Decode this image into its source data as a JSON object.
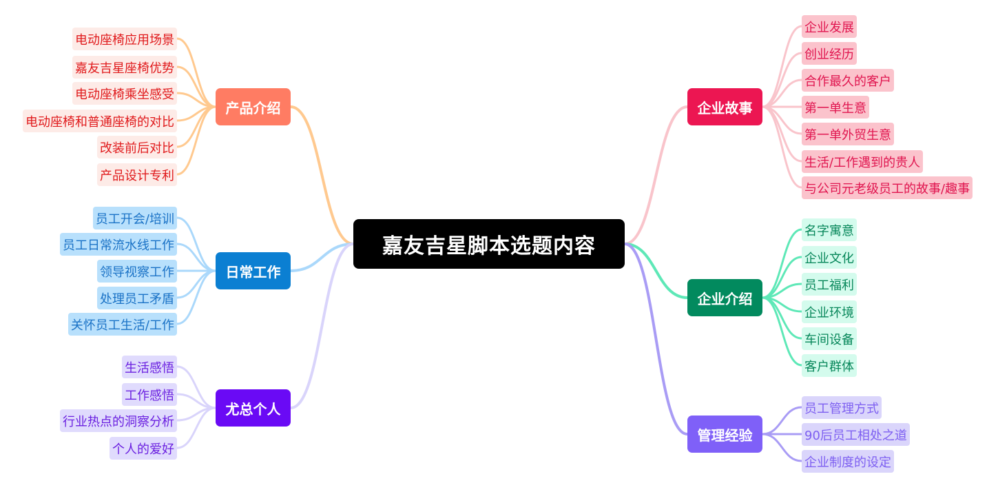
{
  "root": {
    "label": "嘉友吉星脚本选题内容"
  },
  "branches": [
    {
      "id": "product",
      "side": "left",
      "label": "产品介绍",
      "node_color": "#ff7c63",
      "line_color": "#ffc98f",
      "leaf_bg": "#fdebe7",
      "leaf_text": "#e0191b",
      "children": [
        "电动座椅应用场景",
        "嘉友吉星座椅优势",
        "电动座椅乘坐感受",
        "电动座椅和普通座椅的对比",
        "改装前后对比",
        "产品设计专利"
      ]
    },
    {
      "id": "daily",
      "side": "left",
      "label": "日常工作",
      "node_color": "#0b7fd2",
      "line_color": "#aad8fb",
      "leaf_bg": "#b8e0fc",
      "leaf_text": "#1a72c6",
      "children": [
        "员工开会/培训",
        "员工日常流水线工作",
        "领导视察工作",
        "处理员工矛盾",
        "关怀员工生活/工作"
      ]
    },
    {
      "id": "personal",
      "side": "left",
      "label": "尤总个人",
      "node_color": "#6a0af5",
      "line_color": "#d9d4fb",
      "leaf_bg": "#e0dbfd",
      "leaf_text": "#6a1fe0",
      "children": [
        "生活感悟",
        "工作感悟",
        "行业热点的洞察分析",
        "个人的爱好"
      ]
    },
    {
      "id": "story",
      "side": "right",
      "label": "企业故事",
      "node_color": "#ec1652",
      "line_color": "#f9c4cb",
      "leaf_bg": "#fbc3cc",
      "leaf_text": "#e0154f",
      "children": [
        "企业发展",
        "创业经历",
        "合作最久的客户",
        "第一单生意",
        "第一单外贸生意",
        "生活/工作遇到的贵人",
        "与公司元老级员工的故事/趣事"
      ]
    },
    {
      "id": "intro",
      "side": "right",
      "label": "企业介绍",
      "node_color": "#028a5e",
      "line_color": "#5ee8b7",
      "leaf_bg": "#d4fbed",
      "leaf_text": "#07875a",
      "children": [
        "名字寓意",
        "企业文化",
        "员工福利",
        "企业环境",
        "车间设备",
        "客户群体"
      ]
    },
    {
      "id": "management",
      "side": "right",
      "label": "管理经验",
      "node_color": "#7f60f8",
      "line_color": "#a99cf5",
      "leaf_bg": "#dad5fb",
      "leaf_text": "#7d5ff1",
      "children": [
        "员工管理方式",
        "90后员工相处之道",
        "企业制度的设定"
      ]
    }
  ]
}
